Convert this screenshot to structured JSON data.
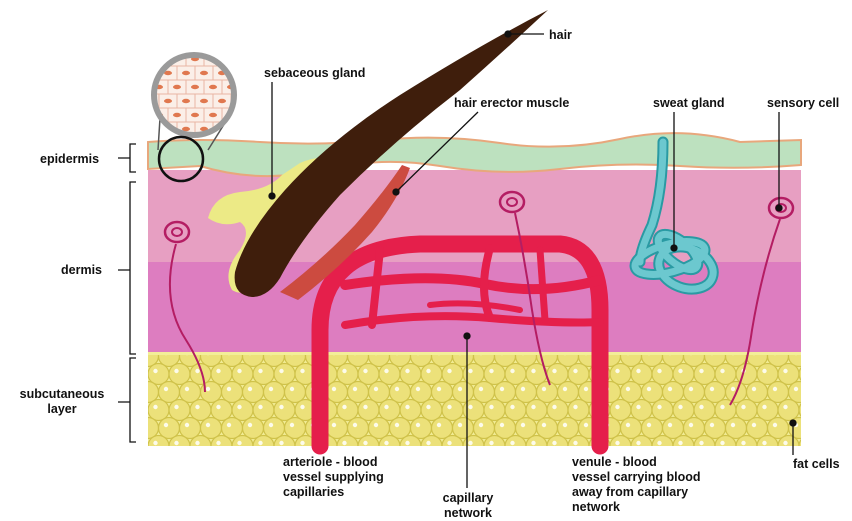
{
  "colors": {
    "epidermis": "#bde1bf",
    "dermis": "#e79fc2",
    "dermis_deep": "#dd7dc0",
    "fat": "#f3ee98",
    "fat_cell": "#ece17a",
    "fat_outline": "#cfc24a",
    "blood_vessel": "#e51f4b",
    "hair": "#3f1e0c",
    "gland": "#ecea86",
    "muscle": "#cc4b40",
    "sweat_gland": "#6cc8cf",
    "sensory": "#b41d63"
  },
  "labels": {
    "hair": "hair",
    "sebaceous_gland": "sebaceous gland",
    "hair_erector_muscle": "hair erector muscle",
    "sweat_gland": "sweat gland",
    "sensory_cell": "sensory cell",
    "epidermis": "epidermis",
    "dermis": "dermis",
    "subcutaneous_layer": "subcutaneous\nlayer",
    "arteriole": "arteriole - blood\nvessel supplying\ncapillaries",
    "capillary_network": "capillary\nnetwork",
    "venule": "venule - blood\nvessel carrying blood\naway from capillary\nnetwork",
    "fat_cells": "fat cells"
  }
}
